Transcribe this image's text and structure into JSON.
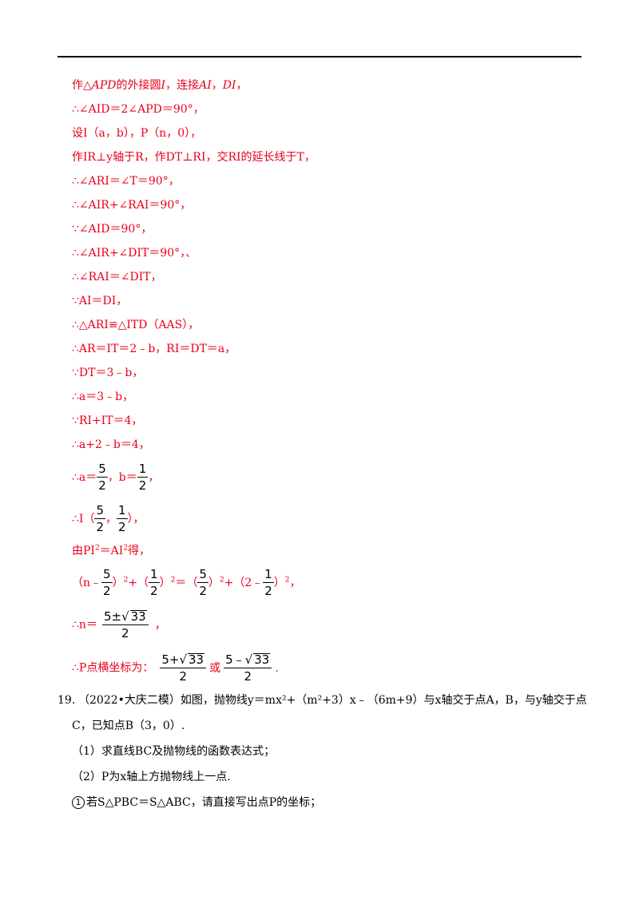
{
  "solution": {
    "l1_pre": "作△",
    "l1_apd": "APD",
    "l1_mid": "的外接圆",
    "l1_i": "I",
    "l1_post": "，连接",
    "l1_ai": "AI",
    "l1_sep": "，",
    "l1_di": "DI",
    "l1_end": "，",
    "l2": "∴∠AID＝2∠APD＝90°，",
    "l3": "设I（a，b），P（n，0），",
    "l4": "作IR⊥y轴于R，作DT⊥RI，交RI的延长线于T，",
    "l5": "∴∠ARI＝∠T＝90°，",
    "l6": "∴∠AIR+∠RAI＝90°，",
    "l7": "∵∠AID＝90°，",
    "l8": "∴∠AIR+∠DIT＝90°，、",
    "l9": "∴∠RAI＝∠DIT，",
    "l10": "∵AI＝DI，",
    "l11": "∴△ARI≌△ITD（AAS），",
    "l12": "∴AR＝IT＝2﹣b，RI＝DT＝a，",
    "l13": "∵DT＝3﹣b，",
    "l14": "∴a＝3﹣b，",
    "l15": "∵RI+IT＝4，",
    "l16": "∴a+2﹣b＝4，",
    "l17_a": "∴a＝",
    "l17_mid": "，b＝",
    "l17_end": "，",
    "l18_a": "∴I（",
    "l18_mid": "，",
    "l18_end": "），",
    "l19_a": "由PI",
    "l19_b": "＝AI",
    "l19_c": "得，",
    "l20_a": "（n﹣",
    "l20_b": "）",
    "l20_c": "+（",
    "l20_d": "）",
    "l20_e": "＝（",
    "l20_f": "）",
    "l20_g": "+（2﹣",
    "l20_h": "）",
    "l20_i": "，",
    "l21_a": "∴n＝",
    "l21_end": "，",
    "l22_a": "∴P点横坐标为：",
    "l22_or": "或",
    "l22_end": ".",
    "frac_num_5": "5",
    "frac_num_1": "1",
    "frac_den_2": "2",
    "sq": "2",
    "n_num_a": "5±",
    "n_num_sqrt": "33",
    "p1_num_a": "5+",
    "p2_num_a": "5﹣"
  },
  "question": {
    "number": "19.",
    "line1": "（2022•大庆二模）如图，抛物线y＝mx²+（m²+3）x﹣（6m+9）与x轴交于点A，B，与y轴交于点",
    "line2": "C，已知点B（3，0）.",
    "part1": "（1）求直线BC及抛物线的函数表达式；",
    "part2": "（2）P为x轴上方抛物线上一点.",
    "sub1_num": "1",
    "sub1_text": "若S△PBC＝S△ABC，请直接写出点P的坐标；"
  }
}
